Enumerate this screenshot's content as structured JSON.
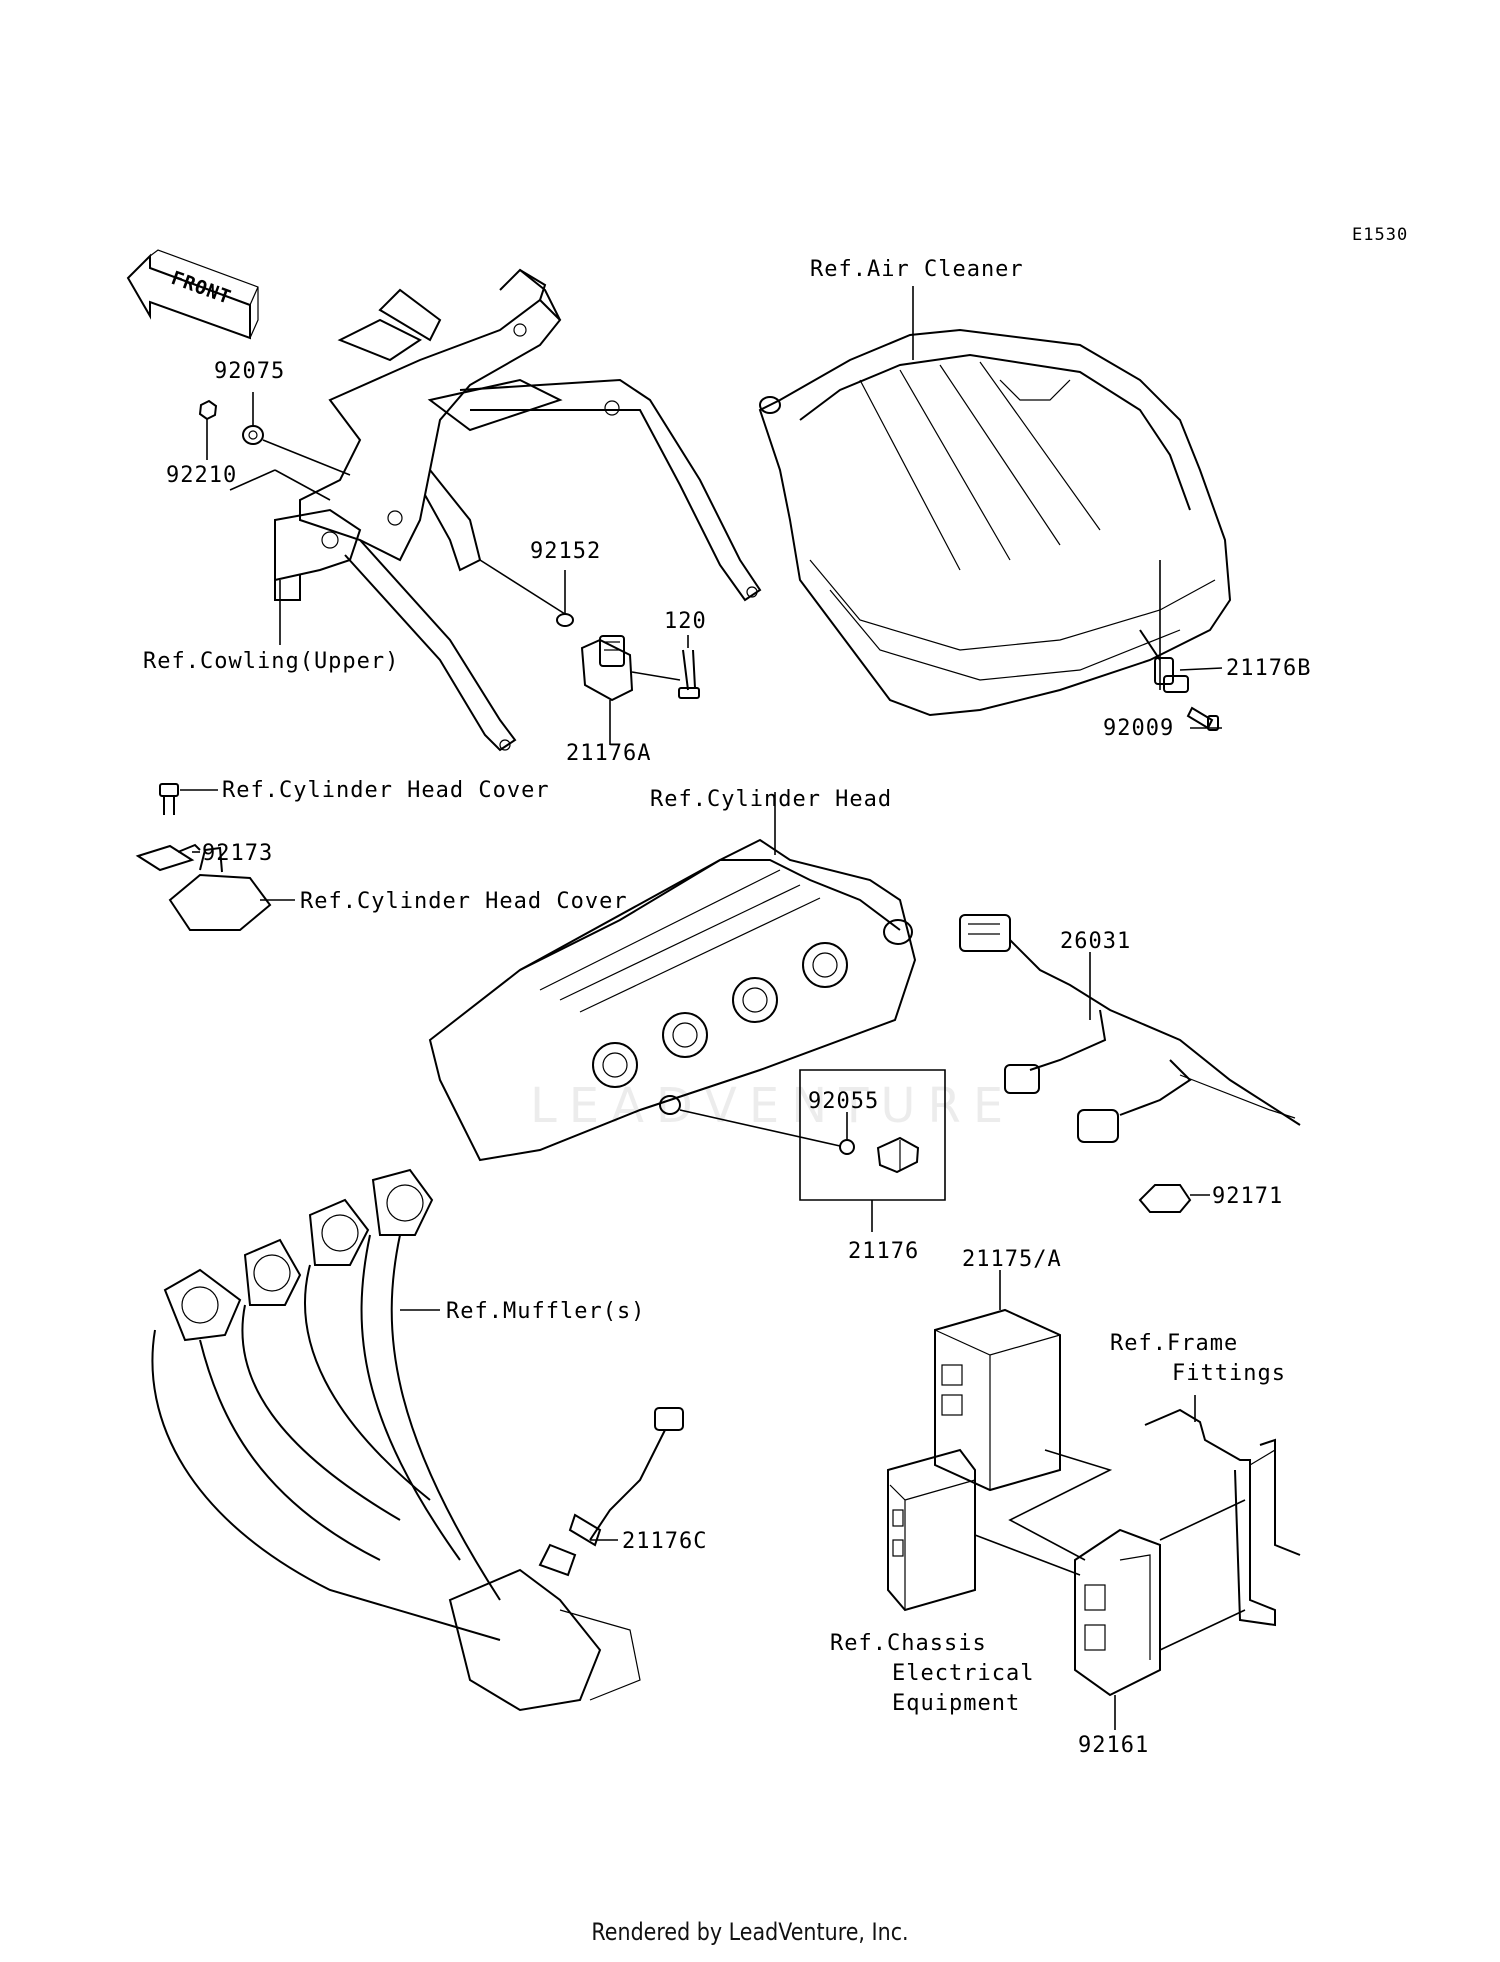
{
  "diagram": {
    "code": "E1530",
    "front_arrow": "FRONT",
    "watermark": "LEADVENTURE",
    "labels": {
      "p92075": "92075",
      "p92210": "92210",
      "ref_cowling": "Ref.Cowling(Upper)",
      "p92152": "92152",
      "p120": "120",
      "p21176A": "21176A",
      "ref_air_cleaner": "Ref.Air Cleaner",
      "p21176B": "21176B",
      "p92009": "92009",
      "ref_cyl_head_cover_1": "Ref.Cylinder Head Cover",
      "p92173": "92173",
      "ref_cyl_head_cover_2": "Ref.Cylinder Head Cover",
      "ref_cyl_head": "Ref.Cylinder Head",
      "p26031": "26031",
      "p92055": "92055",
      "p21176": "21176",
      "p92171": "92171",
      "ref_muffler": "Ref.Muffler(s)",
      "p21175A": "21175/A",
      "ref_frame_1": "Ref.Frame",
      "ref_frame_2": "Fittings",
      "p21176C": "21176C",
      "ref_chassis_1": "Ref.Chassis",
      "ref_chassis_2": "Electrical",
      "ref_chassis_3": "Equipment",
      "p92161": "92161"
    }
  },
  "footer": "Rendered by LeadVenture, Inc."
}
